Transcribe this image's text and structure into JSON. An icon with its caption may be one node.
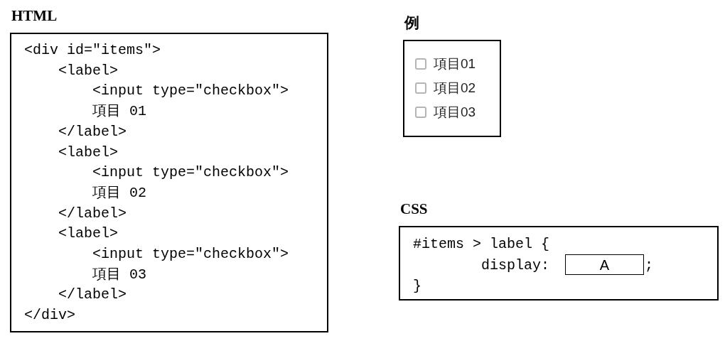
{
  "diagram": {
    "nodes": [
      {
        "text": [
          "HTML",
          "<div id=\"items\">",
          "<label>",
          "<input type=\"checkbox\">",
          "項目 01",
          "</label>",
          "<label>",
          "<input type=\"checkbox\">",
          "項目 02",
          "</label>",
          "<label>",
          "<input type=\"checkbox\">",
          "項目 03",
          "</label>",
          "</div>"
        ]
      },
      {
        "text": [
          "例",
          "項目01",
          "項目02",
          "項目03"
        ]
      },
      {
        "text": [
          "CSS",
          "#items > label {",
          "display:",
          ";",
          "}"
        ]
      },
      {
        "text": [
          "A"
        ],
        "in": 2
      }
    ]
  }
}
